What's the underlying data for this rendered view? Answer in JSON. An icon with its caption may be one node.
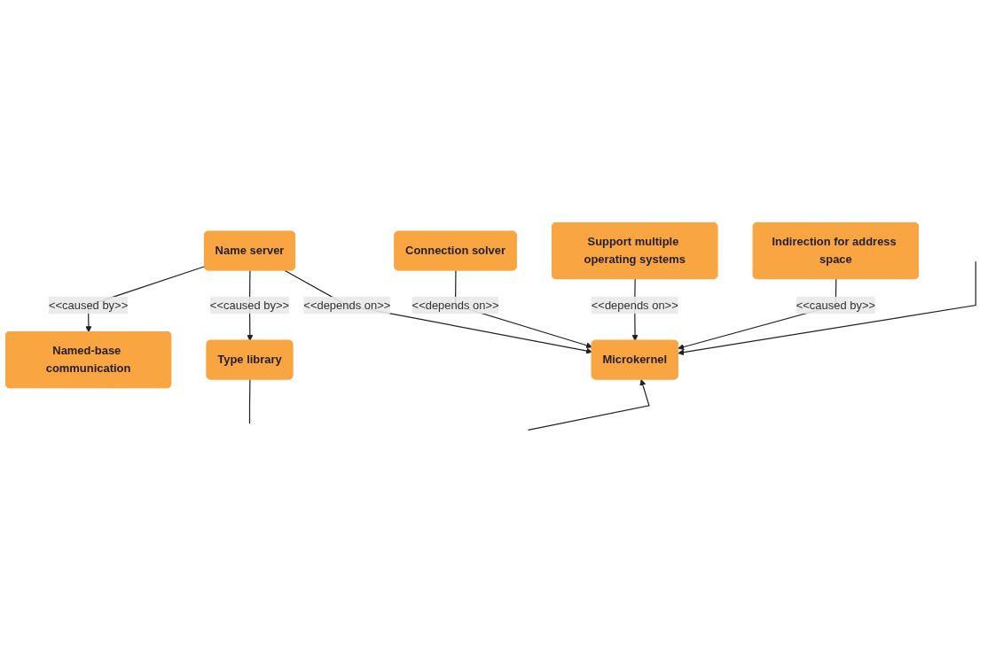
{
  "diagram": {
    "nodes": [
      {
        "text": [
          "Named-base communication"
        ]
      },
      {
        "text": [
          "Connection solver"
        ]
      },
      {
        "text": [
          "Name server"
        ]
      },
      {
        "text": [
          "Support multiple operating systems"
        ]
      },
      {
        "text": [
          "Microkernel"
        ]
      },
      {
        "text": [
          "Indirection for address space"
        ]
      },
      {
        "text": [
          "Type library"
        ]
      }
    ],
    "edges": [
      {
        "from": 2,
        "to": 0,
        "arrow": "to",
        "label": "<<caused by>>"
      },
      {
        "from": 2,
        "to": 6,
        "arrow": "to",
        "label": "<<caused by>>"
      },
      {
        "from": 1,
        "to": 4,
        "arrow": "to",
        "label": "<<depends on>>"
      },
      {
        "from": 2,
        "to": 4,
        "arrow": "to",
        "label": "<<depends on>>"
      },
      {
        "from": 3,
        "to": 4,
        "arrow": "to",
        "label": "<<depends on>>"
      },
      {
        "from": 5,
        "to": 4,
        "arrow": "to",
        "label": "<<caused by>>"
      },
      {
        "from": null,
        "to": 4,
        "arrow": "to"
      },
      {
        "from": null,
        "to": 4,
        "arrow": "to"
      },
      {
        "from": 6,
        "to": null,
        "arrow": "none"
      }
    ]
  }
}
